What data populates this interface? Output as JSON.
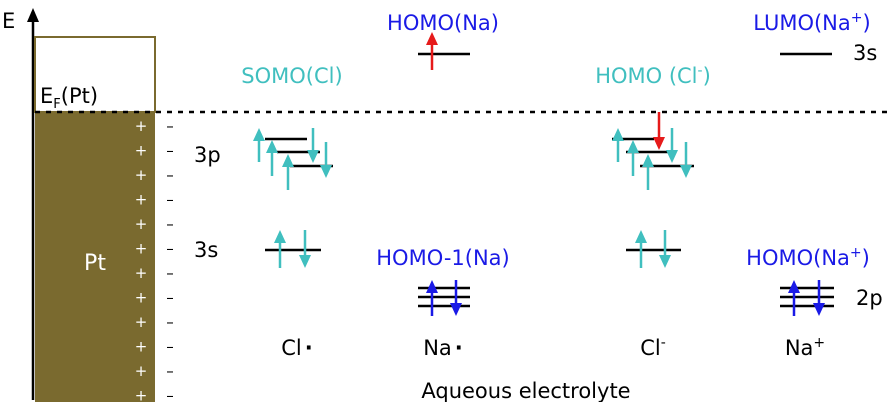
{
  "axis": {
    "energy_label": "E"
  },
  "electrode": {
    "label": "Pt",
    "fermi_label": "E",
    "fermi_sub": "F",
    "fermi_tail": "(Pt)",
    "double_layer_plus": "+",
    "double_layer_minus": "–"
  },
  "labels": {
    "homo_na": "HOMO(Na)",
    "lumo_na_plus": "LUMO(Na",
    "lumo_na_plus_sup": "+",
    "lumo_na_plus_tail": ")",
    "somo_cl": "SOMO(Cl)",
    "homo_cl_minus": "HOMO (Cl",
    "homo_cl_minus_sup": "-",
    "homo_cl_minus_tail": ")",
    "homo1_na": "HOMO-1(Na)",
    "homo_na_plus": "HOMO(Na",
    "homo_na_plus_sup": "+",
    "homo_na_plus_tail": ")",
    "orbital_3s_top": "3s",
    "orbital_3p": "3p",
    "orbital_3s": "3s",
    "orbital_2p": "2p"
  },
  "species": {
    "cl_radical": "Cl",
    "cl_radical_dot": "·",
    "na_radical": "Na",
    "na_radical_dot": "·",
    "cl_anion": "Cl",
    "cl_anion_sup": "-",
    "na_cation": "Na",
    "na_cation_sup": "+"
  },
  "caption": "Aqueous electrolyte",
  "colors": {
    "metal": "#7a6a2f",
    "cl_arrows": "#40bfbf",
    "na_labels": "#1a1ae6",
    "na_arrows": "#1a1ae6",
    "highlight_arrow": "#e61a1a",
    "lines": "#000000"
  }
}
